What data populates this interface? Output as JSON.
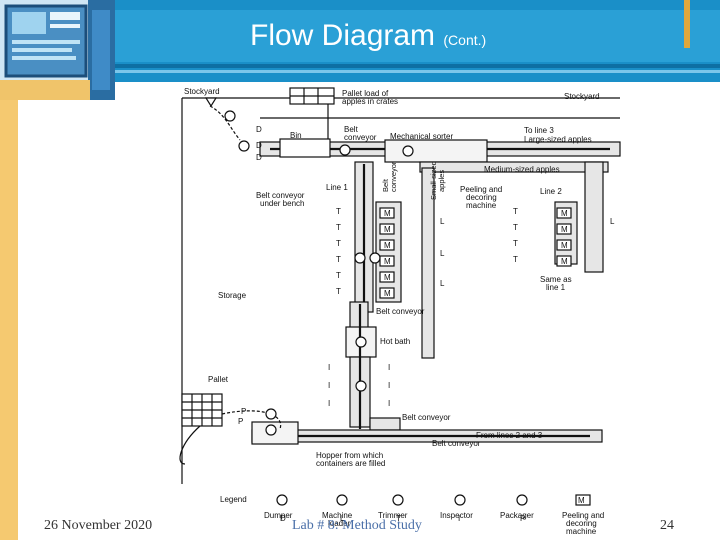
{
  "slide": {
    "title": "Flow Diagram",
    "title_suffix": "(Cont.)",
    "footer_date": "26 November 2020",
    "footer_center": "Lab # 8: Method Study",
    "page_number": "24"
  },
  "diagram": {
    "labels": {
      "stockyard_left": "Stockyard",
      "pallet_load_1": "Pallet load of",
      "pallet_load_2": "apples in crates",
      "stockyard_right": "Stockyard",
      "bin": "Bin",
      "belt_conveyor_top_1": "Belt",
      "belt_conveyor_top_2": "conveyor",
      "mechanical_sorter": "Mechanical sorter",
      "to_line3": "To line 3",
      "large_apples": "Large-sized apples",
      "medium_apples": "Medium-sized apples",
      "line1": "Line 1",
      "line2": "Line 2",
      "belt_conveyor_vertical_1": "Belt",
      "belt_conveyor_vertical_2": "conveyor",
      "small_apples_1": "Small-sized",
      "small_apples_2": "apples",
      "peeling_1": "Peeling and",
      "peeling_2": "decoring",
      "peeling_3": "machine",
      "under_bench_1": "Belt conveyor",
      "under_bench_2": "under bench",
      "same_as_1": "Same as",
      "same_as_2": "line 1",
      "storage": "Storage",
      "belt_conveyor_mid": "Belt conveyor",
      "hot_bath": "Hot bath",
      "pallet": "Pallet",
      "belt_conveyor_low": "Belt conveyor",
      "from_lines": "From lines 2 and 3",
      "belt_conveyor_bottom": "Belt conveyor",
      "hopper_1": "Hopper from which",
      "hopper_2": "containers are filled"
    },
    "legend": {
      "title": "Legend",
      "items": [
        {
          "symbol": "D",
          "label_1": "Dumper",
          "label_2": ""
        },
        {
          "symbol": "L",
          "label_1": "Machine",
          "label_2": "loader"
        },
        {
          "symbol": "T",
          "label_1": "Trimmer",
          "label_2": ""
        },
        {
          "symbol": "I",
          "label_1": "Inspector",
          "label_2": ""
        },
        {
          "symbol": "P",
          "label_1": "Packager",
          "label_2": ""
        },
        {
          "symbol": "M",
          "label_1": "Peeling and",
          "label_2": "decoring"
        }
      ],
      "machine_label": "machine"
    }
  }
}
